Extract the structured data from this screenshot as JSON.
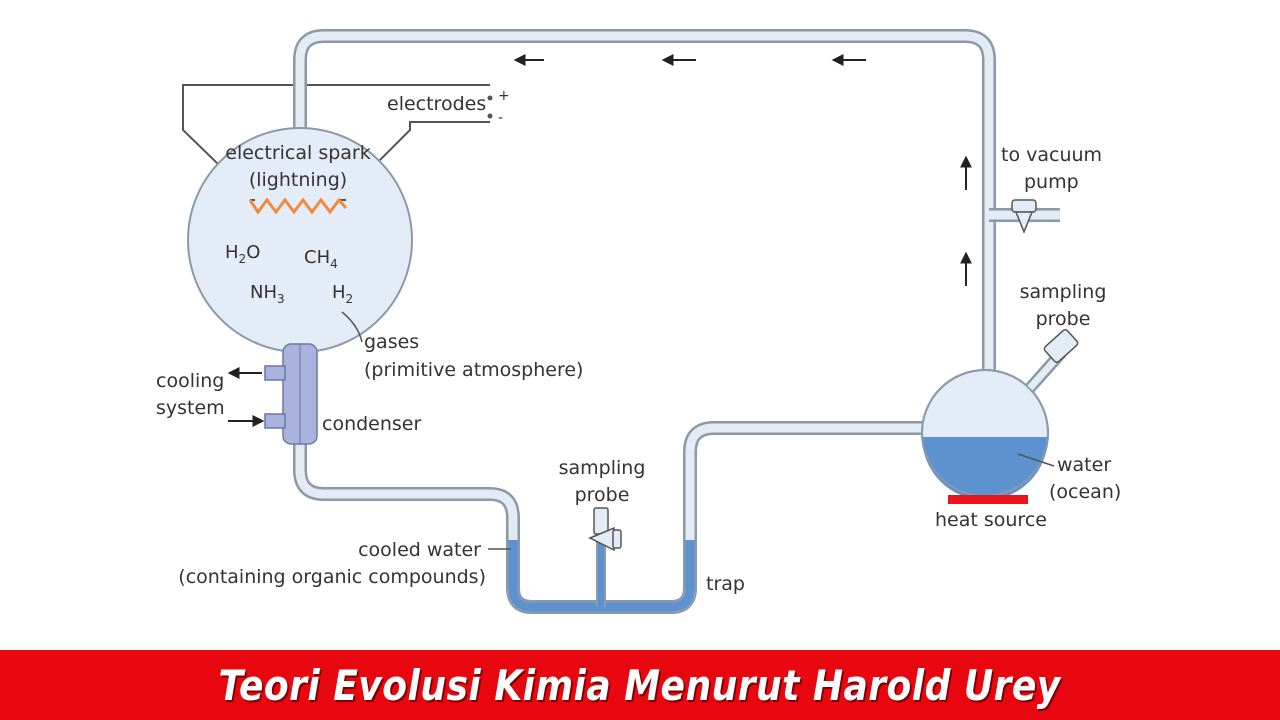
{
  "colors": {
    "tube_outline": "#8a9aa8",
    "tube_fill": "#e3ecf5",
    "flask_fill": "#e4edf7",
    "water": "#5b92cf",
    "spark": "#f08a3c",
    "condenser": "#a9b3dd",
    "heat_source": "#e8151b",
    "banner": "#e8070e",
    "arrow": "#222222"
  },
  "labels": {
    "electrodes": "electrodes",
    "plus": "+",
    "minus": "-",
    "spark_line1": "electrical spark",
    "spark_line2": "(lightning)",
    "gases_line1": "gases",
    "gases_line2": "(primitive atmosphere)",
    "cooling_line1": "cooling",
    "cooling_line2": "system",
    "condenser": "condenser",
    "sampling_line1": "sampling",
    "sampling_line2": "probe",
    "cooled_line1": "cooled water",
    "cooled_line2": "(containing organic compounds)",
    "trap": "trap",
    "vacuum_line1": "to vacuum",
    "vacuum_line2": "pump",
    "water_line1": "water",
    "water_line2": "(ocean)",
    "heat_source": "heat source"
  },
  "chemicals": {
    "h2o": {
      "main": "H",
      "sub": "2",
      "tail": "O"
    },
    "ch4": {
      "main": "CH",
      "sub": "4",
      "tail": ""
    },
    "nh3": {
      "main": "NH",
      "sub": "3",
      "tail": ""
    },
    "h2": {
      "main": "H",
      "sub": "2",
      "tail": ""
    }
  },
  "banner": {
    "title": "Teori Evolusi Kimia Menurut Harold Urey"
  }
}
